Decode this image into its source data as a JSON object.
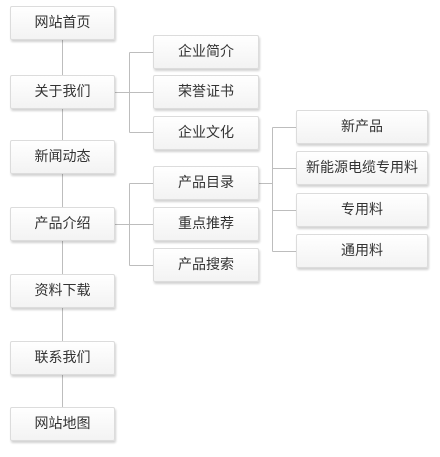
{
  "sitemap": {
    "main": [
      {
        "label": "网站首页"
      },
      {
        "label": "关于我们"
      },
      {
        "label": "新闻动态"
      },
      {
        "label": "产品介绍"
      },
      {
        "label": "资料下载"
      },
      {
        "label": "联系我们"
      },
      {
        "label": "网站地图"
      }
    ],
    "about": [
      {
        "label": "企业简介"
      },
      {
        "label": "荣誉证书"
      },
      {
        "label": "企业文化"
      }
    ],
    "products": [
      {
        "label": "产品目录"
      },
      {
        "label": "重点推荐"
      },
      {
        "label": "产品搜索"
      }
    ],
    "catalog": [
      {
        "label": "新产品"
      },
      {
        "label": "新能源电缆专用料"
      },
      {
        "label": "专用料"
      },
      {
        "label": "通用料"
      }
    ]
  },
  "colors": {
    "line": "#bdbdbd",
    "box_border": "#dcdcdc",
    "text": "#333333"
  }
}
